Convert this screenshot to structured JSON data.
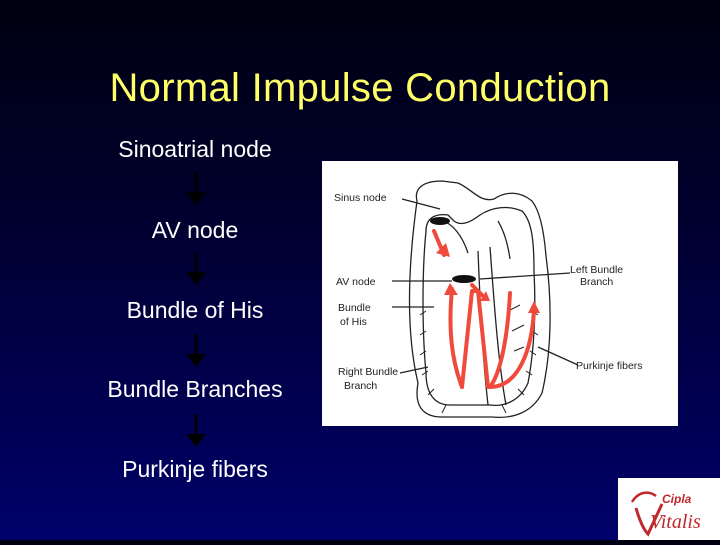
{
  "slide": {
    "title": "Normal Impulse Conduction"
  },
  "flow": {
    "steps": [
      "Sinoatrial node",
      "AV node",
      "Bundle of His",
      "Bundle Branches",
      "Purkinje fibers"
    ]
  },
  "diagram": {
    "labels": {
      "sinus_node": "Sinus node",
      "av_node": "AV node",
      "bundle_of_his_1": "Bundle",
      "bundle_of_his_2": "of His",
      "right_bundle_1": "Right Bundle",
      "right_bundle_2": "Branch",
      "left_bundle_1": "Left Bundle",
      "left_bundle_2": "Branch",
      "purkinje": "Purkinje fibers"
    }
  },
  "logo": {
    "line1": "Cipla",
    "line2": "Vitalis"
  },
  "colors": {
    "title": "#ffff66",
    "text": "#ffffff",
    "arrow": "#000000",
    "conduction": "#f04a3c",
    "logo_red": "#c0282d"
  }
}
